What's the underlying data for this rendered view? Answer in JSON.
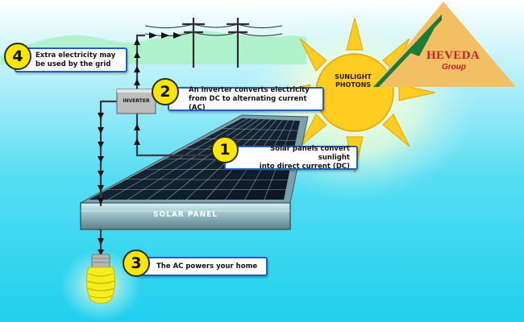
{
  "brand": {
    "name": "HEVEDA",
    "sub": "Group"
  },
  "labels": {
    "sun": [
      "SUNLIGHT",
      "PHOTONS"
    ],
    "inverter": "INVERTER",
    "panel": "SOLAR  PANEL"
  },
  "steps": [
    {
      "number": "1",
      "lines": [
        "Solar panels convert sunlight",
        "into direct current (DC)"
      ]
    },
    {
      "number": "2",
      "lines": [
        "An inverter converts electricity",
        "from DC to alternating current (AC)"
      ]
    },
    {
      "number": "3",
      "lines": [
        "The AC powers your home"
      ]
    },
    {
      "number": "4",
      "lines": [
        "Extra electricity may",
        "be used by the grid"
      ]
    }
  ],
  "colors": {
    "sky_top": "#ffffff",
    "sky_bottom": "#1fd0ee",
    "sun": "#ffcc22",
    "callout_border": "#1f5fbf",
    "badge": "#ffe600",
    "logo_triangle": "#f2c063",
    "logo_green": "#1f7a3a",
    "brand_red": "#c8202a",
    "panel_cell": "#13202e",
    "wire": "#3a3a3a",
    "arrow": "#111111"
  },
  "icons": [
    "sun-icon",
    "power-pole-icon",
    "inverter-box-icon",
    "solar-panel-icon",
    "light-bulb-icon",
    "arrow-icon"
  ]
}
